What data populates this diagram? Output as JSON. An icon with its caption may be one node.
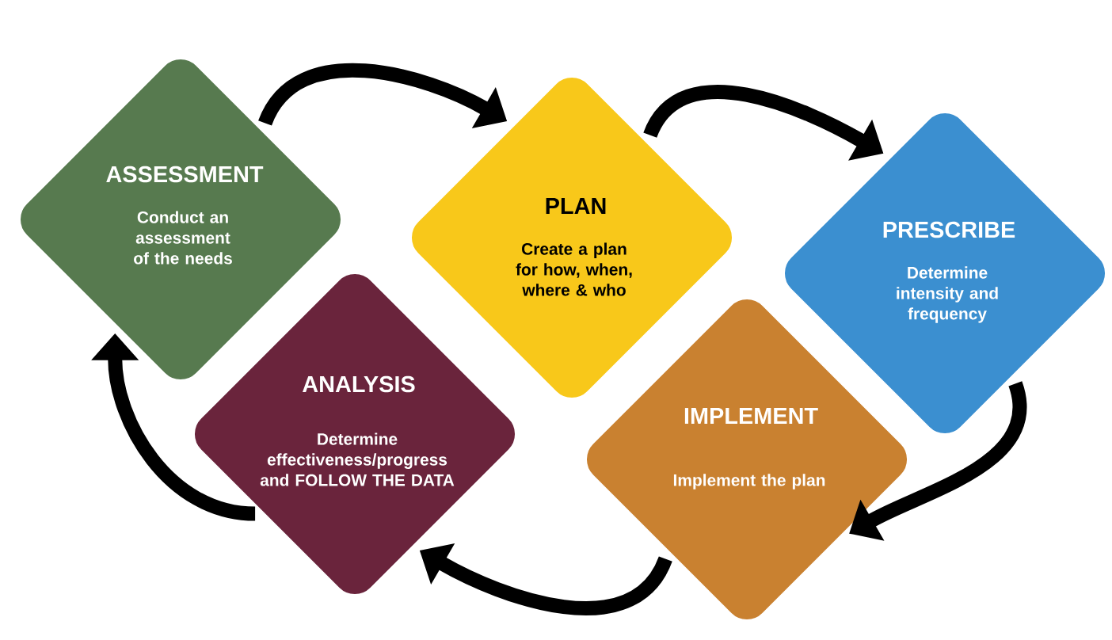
{
  "diagram": {
    "nodes": [
      {
        "text": [
          "ASSESSMENT",
          "Conduct an assessment of the needs"
        ]
      },
      {
        "text": [
          "PLAN",
          "Create a plan for how, when, where & who"
        ]
      },
      {
        "text": [
          "PRESCRIBE",
          "Determine intensity and frequency"
        ]
      },
      {
        "text": [
          "IMPLEMENT",
          "Implement the plan"
        ]
      },
      {
        "text": [
          "ANALYSIS",
          "Determine effectiveness/progress and FOLLOW THE DATA"
        ]
      }
    ],
    "edges": [
      {
        "from": 0,
        "to": 1,
        "arrow": "to"
      },
      {
        "from": 1,
        "to": 2,
        "arrow": "to"
      },
      {
        "from": 2,
        "to": 3,
        "arrow": "to"
      },
      {
        "from": 3,
        "to": 4,
        "arrow": "to"
      },
      {
        "from": 4,
        "to": 0,
        "arrow": "to"
      }
    ]
  }
}
